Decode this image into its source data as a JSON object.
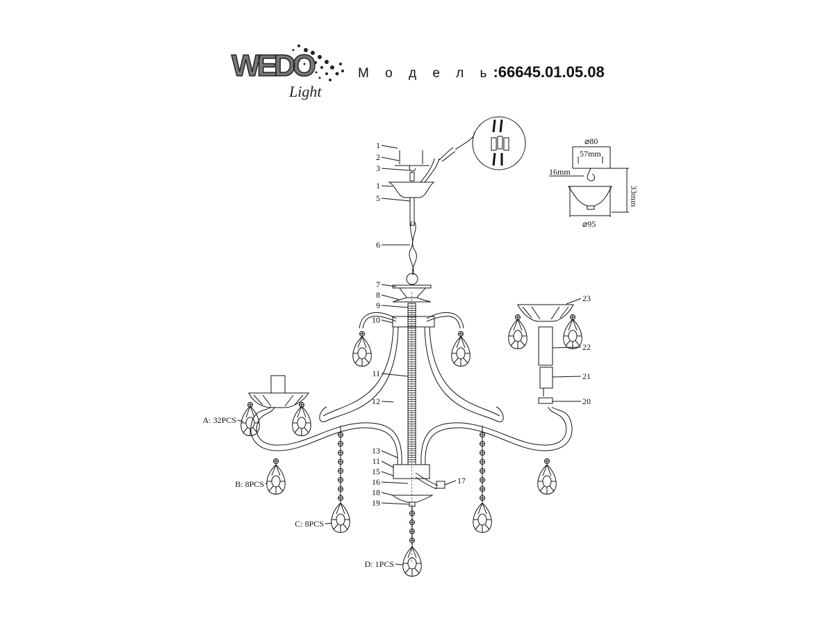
{
  "brand": {
    "logo_text": "WEDO",
    "logo_sub": "Light"
  },
  "header": {
    "model_label": "М о д е л ь",
    "model_number": ":66645.01.05.08"
  },
  "part_labels": [
    "1",
    "2",
    "3",
    "1",
    "5",
    "6",
    "7",
    "8",
    "9",
    "10",
    "11",
    "12",
    "13",
    "11",
    "15",
    "16",
    "18",
    "19",
    "17",
    "23",
    "22",
    "21",
    "20"
  ],
  "crystal_labels": [
    "A: 32PCS",
    "B: 8PCS",
    "C: 8PCS",
    "D: 1PCS"
  ],
  "canopy_dims": {
    "top_diameter": "⌀80",
    "hook_width": "57mm",
    "hook_offset": "16mm",
    "height": "33mm",
    "bottom_diameter": "⌀95"
  },
  "colors": {
    "line": "#111111",
    "accent_rod": "#c03030"
  }
}
